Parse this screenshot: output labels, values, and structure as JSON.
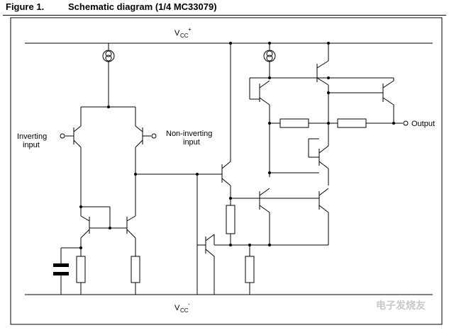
{
  "figure": {
    "number": "Figure 1.",
    "title": "Schematic diagram (1/4 MC33079)"
  },
  "labels": {
    "vcc_pos_main": "V",
    "vcc_pos_sub": "CC",
    "vcc_pos_sup": "+",
    "vcc_neg_main": "V",
    "vcc_neg_sub": "CC",
    "vcc_neg_sup": "-",
    "inverting_line1": "Inverting",
    "inverting_line2": "input",
    "noninverting_line1": "Non-inverting",
    "noninverting_line2": "input",
    "output": "Output"
  },
  "watermark": {
    "text": "电子发烧友"
  }
}
